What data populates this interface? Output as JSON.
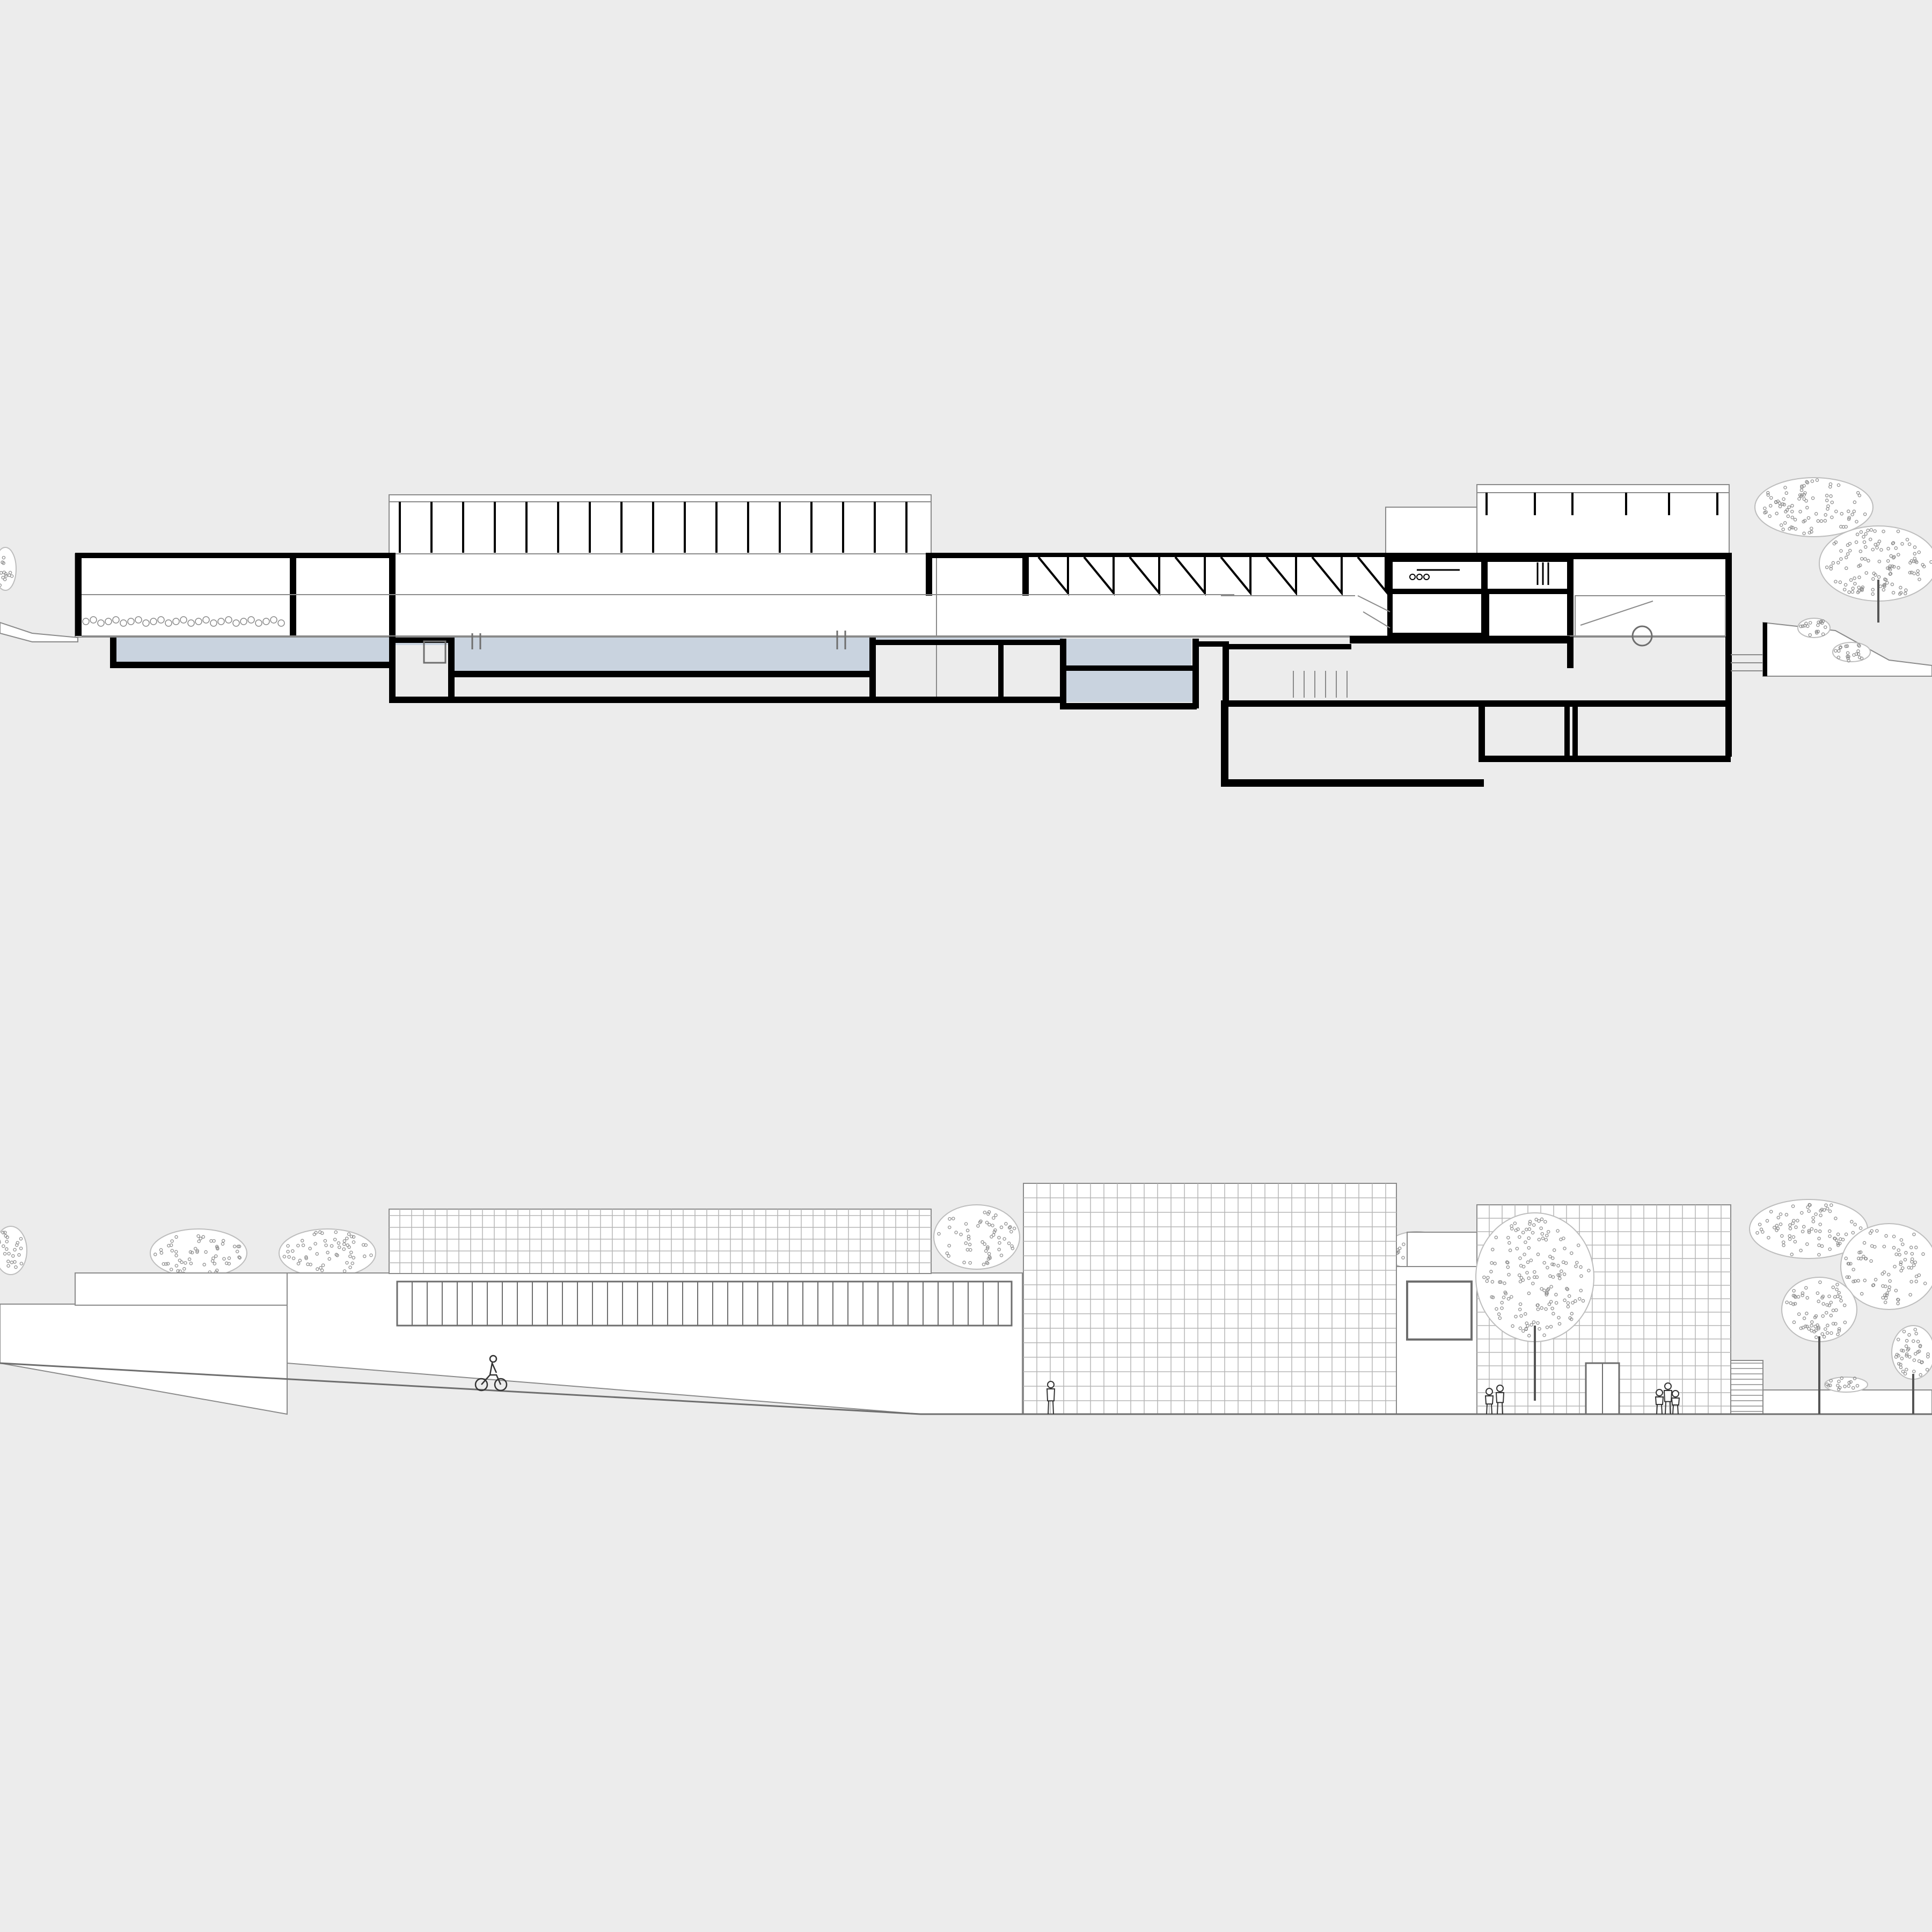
{
  "drawing": {
    "kind": "architectural-section-and-elevation",
    "views": [
      "building-section",
      "street-elevation"
    ],
    "colors": {
      "background": "#ececec",
      "paper": "#ffffff",
      "cut_wall": "#000000",
      "thin_line": "#8a8a8a",
      "pool_water": "#c9d3df",
      "foliage": "#9a9a9a",
      "glazing": "#6e6e6e"
    },
    "entourage": {
      "people": 6,
      "cyclists": 1,
      "trees": 9
    }
  }
}
